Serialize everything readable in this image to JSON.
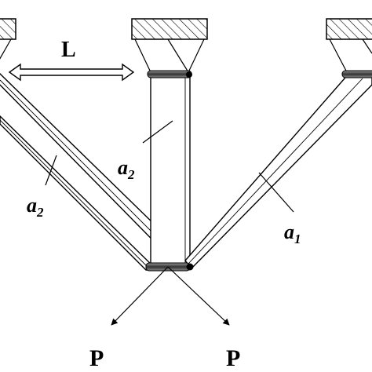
{
  "labels": {
    "distance": "L",
    "left_bar": "a",
    "left_bar_sub": "2",
    "middle_bar": "a",
    "middle_bar_sub": "2",
    "right_bar": "a",
    "right_bar_sub": "1",
    "load_left": "P",
    "load_right": "P"
  }
}
